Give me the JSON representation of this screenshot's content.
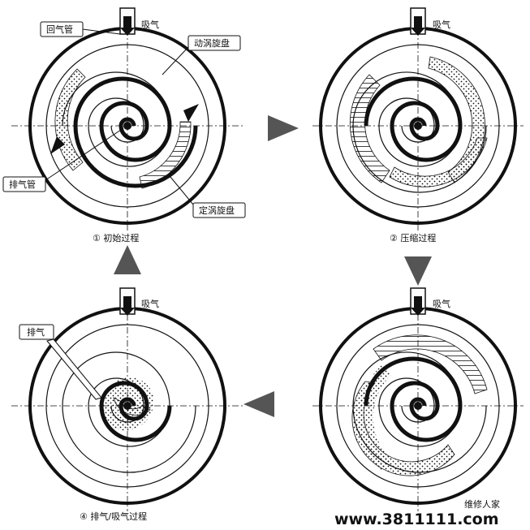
{
  "labels": {
    "intake": "吸气",
    "return_pipe": "回气管",
    "orbiting_scroll": "动涡旋盘",
    "discharge_pipe": "排气管",
    "fixed_scroll": "定涡旋盘",
    "discharge": "排气"
  },
  "captions": {
    "stage1": "① 初始过程",
    "stage2": "② 压缩过程",
    "stage4": "④ 排气/吸气过程"
  },
  "watermark": {
    "url": "www.3811111.com",
    "brand": "维修人家"
  },
  "colors": {
    "line": "#111111",
    "arrow_fill": "#555555"
  }
}
